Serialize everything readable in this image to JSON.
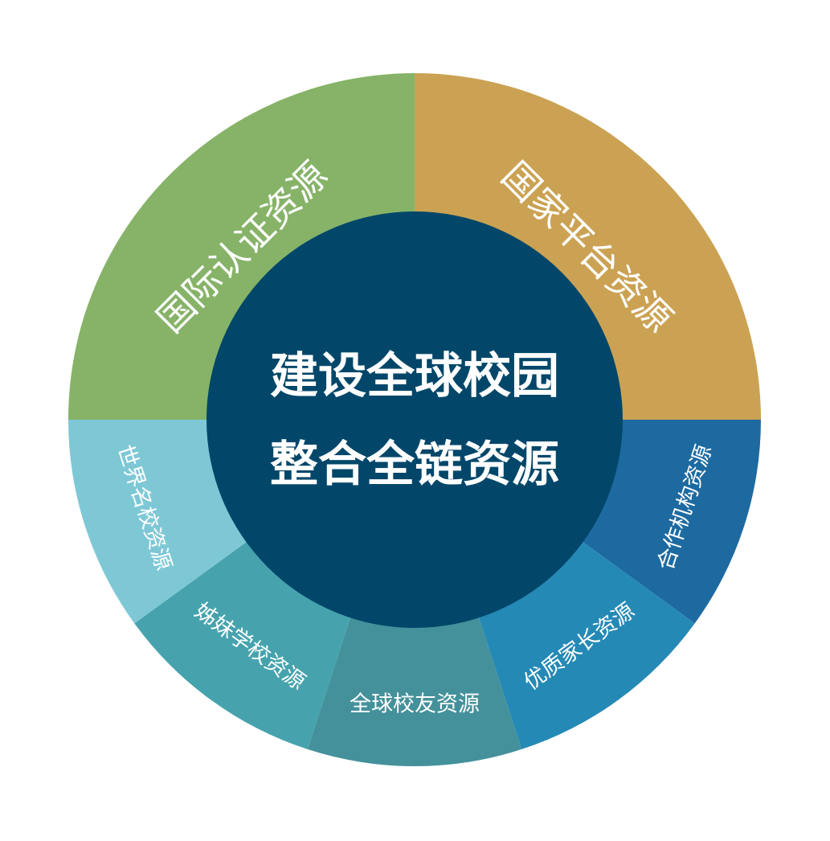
{
  "center": {
    "line1": "建设全球校园",
    "line2": "整合全链资源",
    "color": "#02476a"
  },
  "segments": [
    {
      "id": "international-certification",
      "label": "国际认证资源",
      "color": "#86b368"
    },
    {
      "id": "national-platform",
      "label": "国家平台资源",
      "color": "#cba253"
    },
    {
      "id": "partner-institutions",
      "label": "合作机构资源",
      "color": "#1d6aa0"
    },
    {
      "id": "quality-parents",
      "label": "优质家长资源",
      "color": "#2589b5"
    },
    {
      "id": "global-alumni",
      "label": "全球校友资源",
      "color": "#44919b"
    },
    {
      "id": "sister-schools",
      "label": "姊妹学校资源",
      "color": "#46a3ad"
    },
    {
      "id": "world-famous-schools",
      "label": "世界名校资源",
      "color": "#7ec8d6"
    }
  ]
}
